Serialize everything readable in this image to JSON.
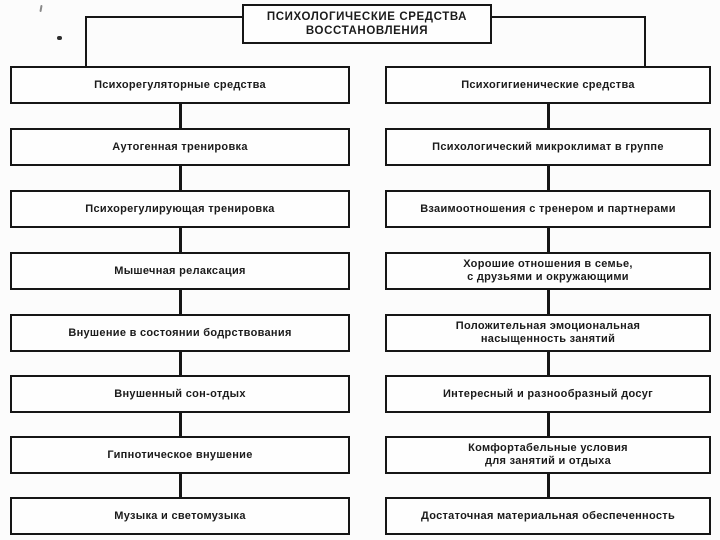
{
  "diagram": {
    "title": "ПСИХОЛОГИЧЕСКИЕ СРЕДСТВА\nВОССТАНОВЛЕНИЯ",
    "columns": [
      {
        "header": "Психорегуляторные средства",
        "boxes": [
          "Аутогенная тренировка",
          "Психорегулирующая тренировка",
          "Мышечная релаксация",
          "Внушение в состоянии бодрствования",
          "Внушенный сон-отдых",
          "Гипнотическое внушение",
          "Музыка и светомузыка"
        ]
      },
      {
        "header": "Психогигиенические средства",
        "boxes": [
          "Психологический микроклимат в группе",
          "Взаимоотношения с тренером и партнерами",
          "Хорошие отношения в семье,\nс друзьями и окружающими",
          "Положительная эмоциональная\nнасыщенность занятий",
          "Интересный и разнообразный досуг",
          "Комфортабельные условия\nдля занятий и отдыха",
          "Достаточная материальная обеспеченность"
        ]
      }
    ],
    "colors": {
      "line": "#161616",
      "text": "#1b1b1b",
      "background": "#fcfcfc",
      "box_fill": "#fefefe"
    }
  }
}
